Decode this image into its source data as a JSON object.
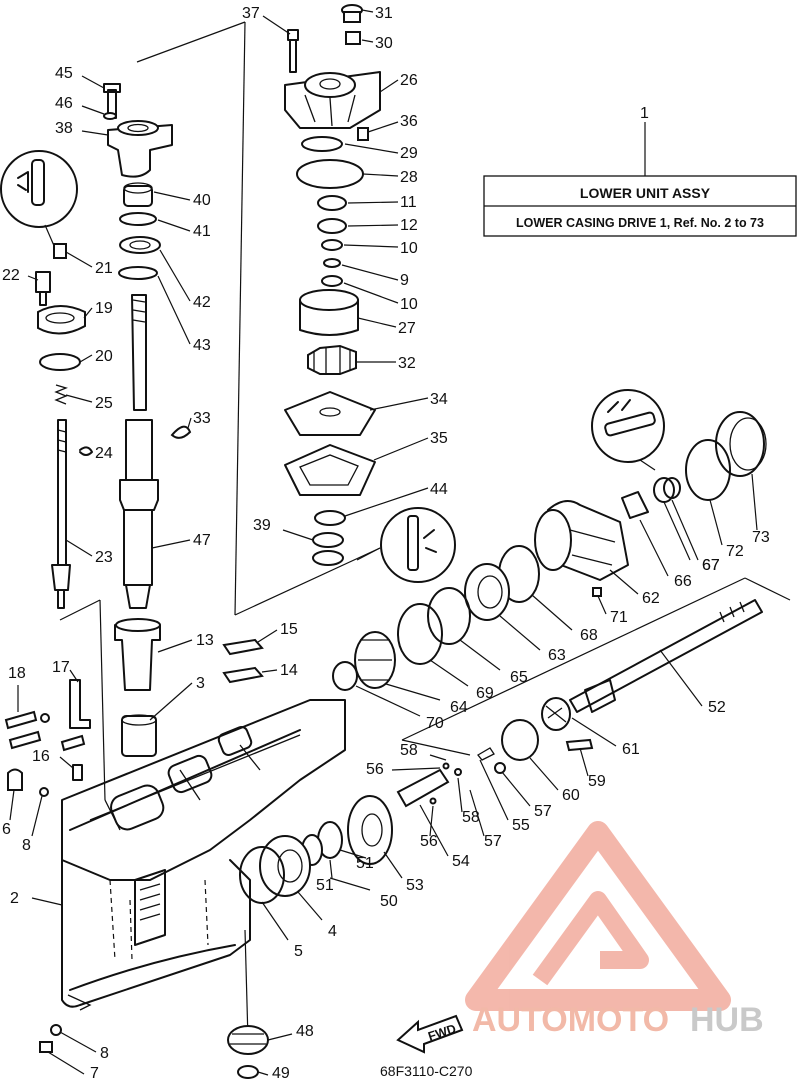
{
  "assembly_box": {
    "ref": "1",
    "title": "LOWER UNIT ASSY",
    "subtitle": "LOWER CASING DRIVE 1, Ref. No. 2 to 73"
  },
  "drawing_code": "68F3110-C270",
  "fwd_label": "FWD",
  "watermark": {
    "part1": "AUTOMOTO",
    "part2": "HUB",
    "color": "#e8443a"
  },
  "callouts": [
    "37",
    "31",
    "30",
    "26",
    "36",
    "29",
    "28",
    "11",
    "12",
    "10",
    "9",
    "10",
    "45",
    "46",
    "38",
    "40",
    "41",
    "42",
    "43",
    "27",
    "32",
    "21",
    "22",
    "19",
    "20",
    "25",
    "24",
    "23",
    "33",
    "34",
    "35",
    "44",
    "39",
    "47",
    "13",
    "15",
    "14",
    "3",
    "17",
    "18",
    "16",
    "6",
    "8",
    "2",
    "73",
    "72",
    "66",
    "67",
    "67",
    "62",
    "71",
    "68",
    "63",
    "65",
    "69",
    "64",
    "70",
    "52",
    "61",
    "58",
    "56",
    "59",
    "60",
    "57",
    "55",
    "58",
    "57",
    "56",
    "54",
    "53",
    "51",
    "51",
    "50",
    "4",
    "5",
    "48",
    "8",
    "7",
    "49"
  ]
}
